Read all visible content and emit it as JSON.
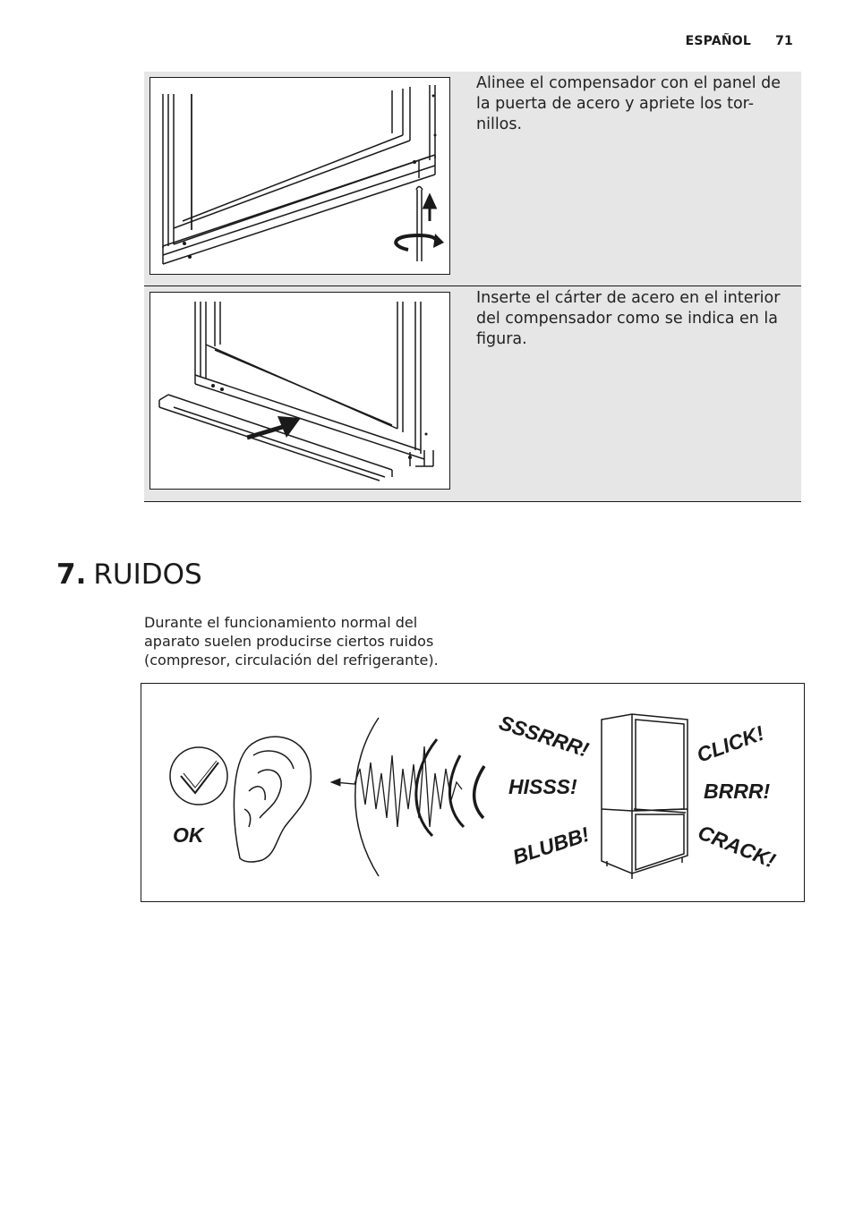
{
  "header": {
    "language": "ESPAÑOL",
    "page_number": "71"
  },
  "steps": [
    {
      "text": "Alinee el compensador con el panel de la puerta de acero y apriete los tor-nillos."
    },
    {
      "text": "Inserte el cárter de acero en el interior del compensador como se indica en la figura."
    }
  ],
  "section": {
    "number": "7.",
    "title": "RUIDOS",
    "intro": "Durante el funcionamiento normal del aparato suelen producirse ciertos ruidos (compresor, circulación del refrigerante)."
  },
  "noise_figure": {
    "ok_label": "OK",
    "sounds": {
      "sssrrr": "SSSRRR!",
      "hisss": "HISSS!",
      "blubb": "BLUBB!",
      "click": "CLICK!",
      "brrr": "BRRR!",
      "crack": "CRACK!"
    },
    "icons": [
      "checkmark-icon",
      "ear-icon",
      "sound-wave-icon",
      "fridge-icon"
    ]
  }
}
